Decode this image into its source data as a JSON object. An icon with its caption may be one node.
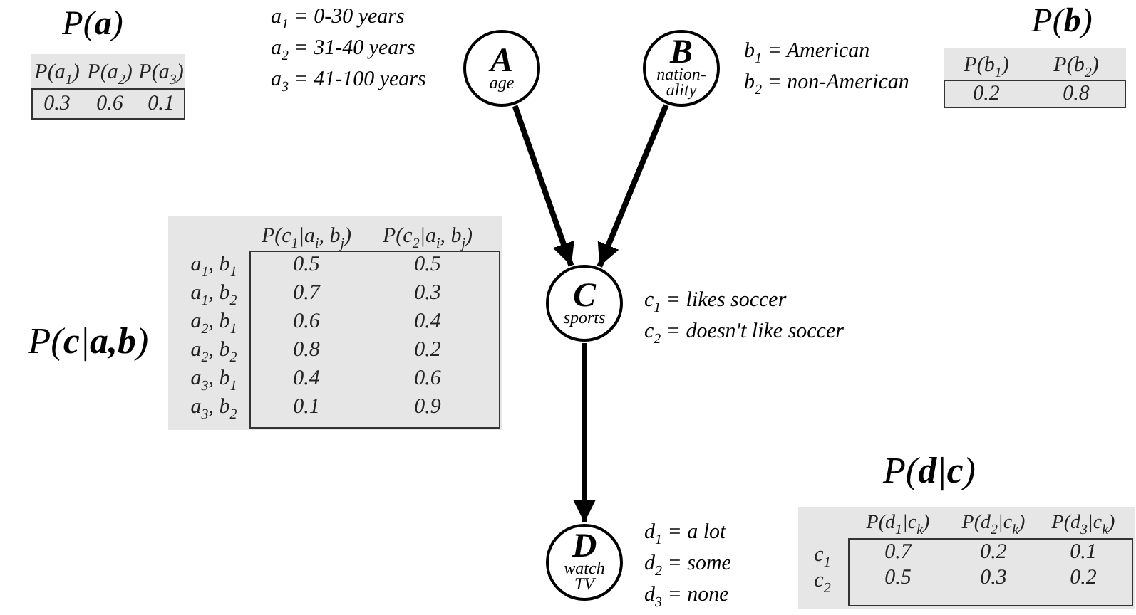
{
  "diagram": {
    "nodes": [
      {
        "text": [
          "A",
          "age"
        ],
        "beside": [
          "a$_{1}$ = 0-30 years",
          "a$_{2}$ = 31-40 years",
          "a$_{3}$ = 41-100 years"
        ]
      },
      {
        "text": [
          "B",
          "nation-ality"
        ],
        "beside": [
          "b$_{1}$ = American",
          "b$_{2}$ = non-American"
        ]
      },
      {
        "text": [
          "C",
          "sports"
        ],
        "beside": [
          "c$_{1}$ = likes soccer",
          "c$_{2}$ = doesn't like soccer"
        ]
      },
      {
        "text": [
          "D",
          "watch TV"
        ],
        "beside": [
          "d$_{1}$ = a lot",
          "d$_{2}$ = some",
          "d$_{3}$ = none"
        ]
      }
    ],
    "edges": [
      {
        "from": 0,
        "to": 2,
        "arrow": "to"
      },
      {
        "from": 1,
        "to": 2,
        "arrow": "to"
      },
      {
        "from": 2,
        "to": 3,
        "arrow": "to"
      }
    ],
    "labels": [
      "P(**a**)",
      "P(**b**)",
      "P(a$_{1}$)",
      "P(a$_{2}$)",
      "P(a$_{3}$)",
      "0.3",
      "0.6",
      "0.1",
      "P(b$_{1}$)",
      "P(b$_{2}$)",
      "0.2",
      "0.8",
      "P(**c**|**a,b**)",
      "P(c$_{1}$|a$_{i}$, b$_{j}$)",
      "P(c$_{2}$|a$_{i}$, b$_{j}$)",
      "a$_{1}$, b$_{1}$",
      "0.5",
      "0.5",
      "a$_{1}$, b$_{2}$",
      "0.7",
      "0.3",
      "a$_{2}$, b$_{1}$",
      "0.6",
      "0.4",
      "a$_{2}$, b$_{2}$",
      "0.8",
      "0.2",
      "a$_{3}$, b$_{1}$",
      "0.4",
      "0.6",
      "a$_{3}$, b$_{2}$",
      "0.1",
      "0.9",
      "P(**d**|**c**)",
      "P(d$_{1}$|c$_{k}$)",
      "P(d$_{2}$|c$_{k}$)",
      "P(d$_{3}$|c$_{k}$)",
      "c$_{1}$",
      "0.7",
      "0.2",
      "0.1",
      "c$_{2}$",
      "0.5",
      "0.3",
      "0.2"
    ]
  }
}
